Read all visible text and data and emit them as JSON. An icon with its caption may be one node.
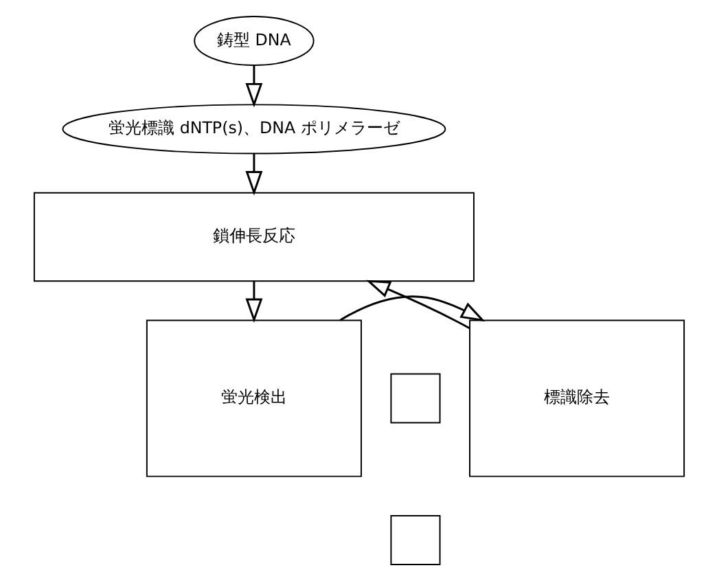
{
  "diagram": {
    "nodes": [
      {
        "text": [
          "鋳型 DNA"
        ]
      },
      {
        "text": [
          "蛍光標識 dNTP(s)、DNA ポリメラーゼ"
        ]
      },
      {
        "text": [
          "鎖伸長反応"
        ]
      },
      {
        "text": [
          "蛍光検出"
        ]
      },
      {
        "text": [
          "標識除去"
        ]
      },
      {
        "text": [],
        "shape": "box"
      },
      {
        "text": [],
        "shape": "box"
      }
    ],
    "edges": [
      {
        "from": 0,
        "to": 1,
        "arrow": "to"
      },
      {
        "from": 1,
        "to": 2,
        "arrow": "to"
      },
      {
        "from": 2,
        "to": 3,
        "arrow": "to"
      },
      {
        "from": 3,
        "to": 4,
        "arrow": "to"
      },
      {
        "from": 4,
        "to": 2,
        "arrow": "to"
      }
    ]
  }
}
